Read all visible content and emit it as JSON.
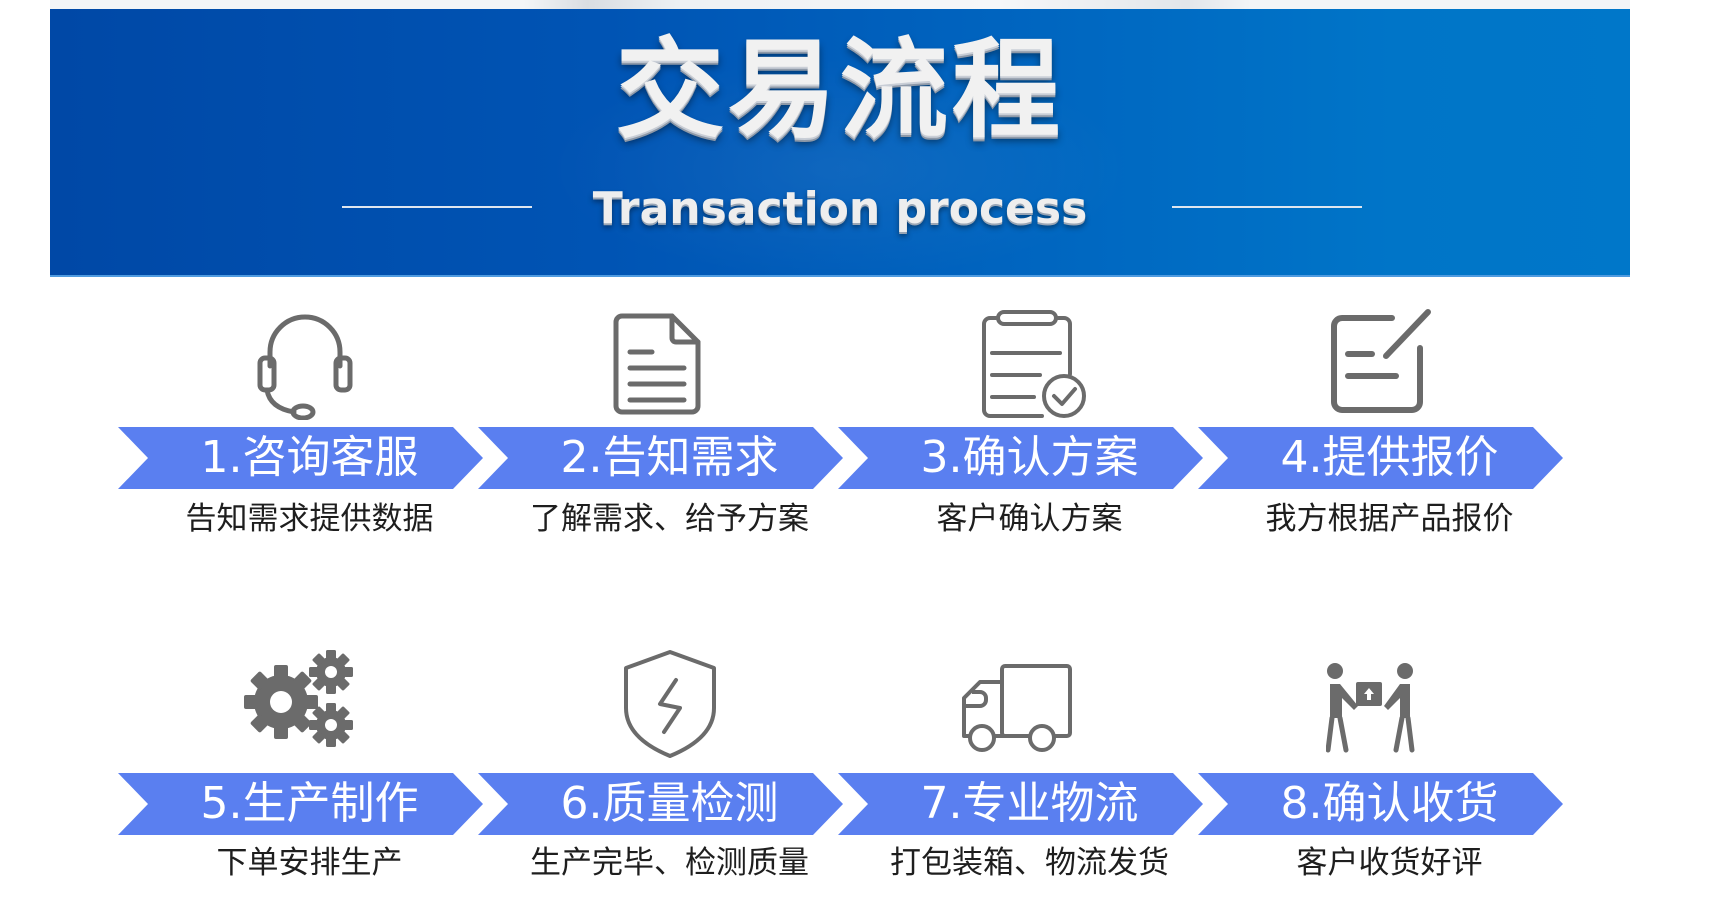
{
  "header": {
    "title": "交易流程",
    "subtitle": "Transaction process",
    "background_colors": [
      "#0048a6",
      "#0077c9"
    ]
  },
  "theme": {
    "arrow_color": "#5a7ff0",
    "icon_color": "#6b6b6b",
    "description_color": "#1e1e1e"
  },
  "steps": [
    {
      "number": 1,
      "label": "1.咨询客服",
      "description": "告知需求提供数据",
      "icon": "headset-icon"
    },
    {
      "number": 2,
      "label": "2.告知需求",
      "description": "了解需求、给予方案",
      "icon": "document-icon"
    },
    {
      "number": 3,
      "label": "3.确认方案",
      "description": "客户确认方案",
      "icon": "clipboard-check-icon"
    },
    {
      "number": 4,
      "label": "4.提供报价",
      "description": "我方根据产品报价",
      "icon": "edit-note-icon"
    },
    {
      "number": 5,
      "label": "5.生产制作",
      "description": "下单安排生产",
      "icon": "gears-icon"
    },
    {
      "number": 6,
      "label": "6.质量检测",
      "description": "生产完毕、检测质量",
      "icon": "shield-lightning-icon"
    },
    {
      "number": 7,
      "label": "7.专业物流",
      "description": "打包装箱、物流发货",
      "icon": "truck-icon"
    },
    {
      "number": 8,
      "label": "8.确认收货",
      "description": "客户收货好评",
      "icon": "package-handover-icon"
    }
  ]
}
